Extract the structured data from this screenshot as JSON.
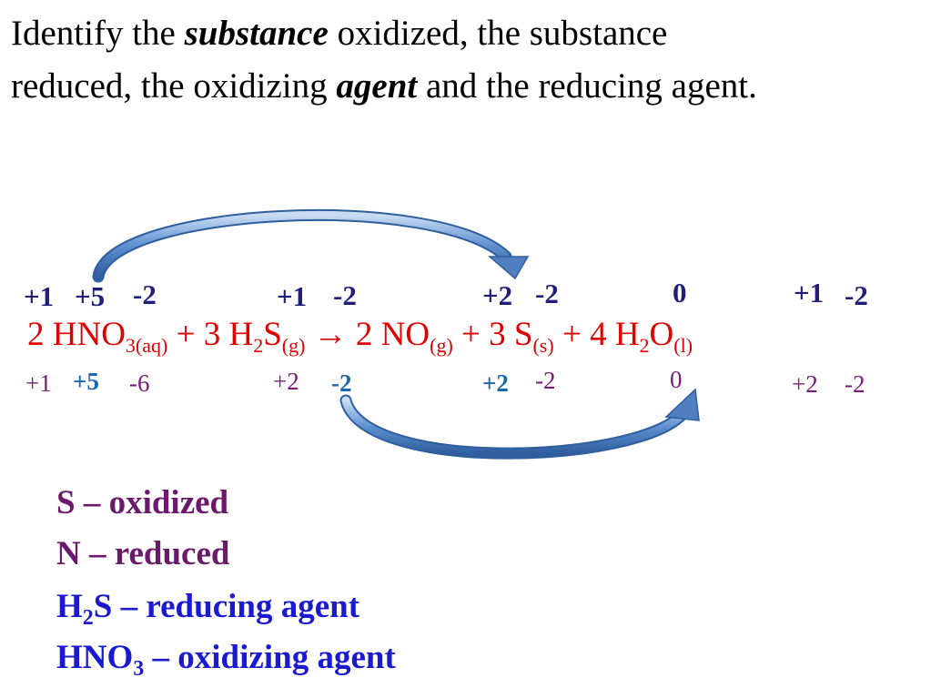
{
  "title": {
    "line1_a": "Identify the ",
    "line1_em": "substance",
    "line1_b": " oxidized, the substance",
    "line2_a": "reduced, the oxidizing ",
    "line2_em": "agent",
    "line2_b": " and the reducing agent."
  },
  "top_ox": {
    "h_hno3": "+1",
    "n_hno3": "+5",
    "o_hno3": "-2",
    "h_h2s": "+1",
    "s_h2s": "-2",
    "n_no": "+2",
    "o_no": "-2",
    "s_s": "0",
    "h_h2o": "+1",
    "o_h2o": "-2"
  },
  "equation": {
    "c1": "2 HNO",
    "s1": "3(aq)",
    "c2": " + 3 H",
    "s2": "2",
    "c3": "S",
    "s3": "(g)",
    "c4": " → 2 NO",
    "s4": "(g)",
    "c5": " + 3 S",
    "s5": "(s)",
    "c6": " + 4 H",
    "s6": "2",
    "c7": "O",
    "s7": "(l)"
  },
  "bottom_totals": {
    "h_hno3": "+1",
    "n_hno3": "+5",
    "o_hno3": "-6",
    "h_h2s": "+2",
    "s_h2s": "-2",
    "n_no": "+2",
    "o_no": "-2",
    "s_s": "0",
    "h_h2o": "+2",
    "o_h2o": "-2"
  },
  "summary": {
    "line1": "S – oxidized",
    "line2": "N – reduced",
    "line3_a": "H",
    "line3_sub": "2",
    "line3_b": "S – reducing agent",
    "line4_a": "HNO",
    "line4_sub": "3",
    "line4_b": " – oxidizing agent"
  },
  "colors": {
    "equation": "#e00000",
    "top_numbers": "#1f1f7a",
    "bottom_numbers": "#7a1a7a",
    "highlight": "#1a66b0",
    "oxidized_reduced": "#6b1a6b",
    "agents": "#1a1ad0",
    "arrow": "#4f7fc0"
  }
}
